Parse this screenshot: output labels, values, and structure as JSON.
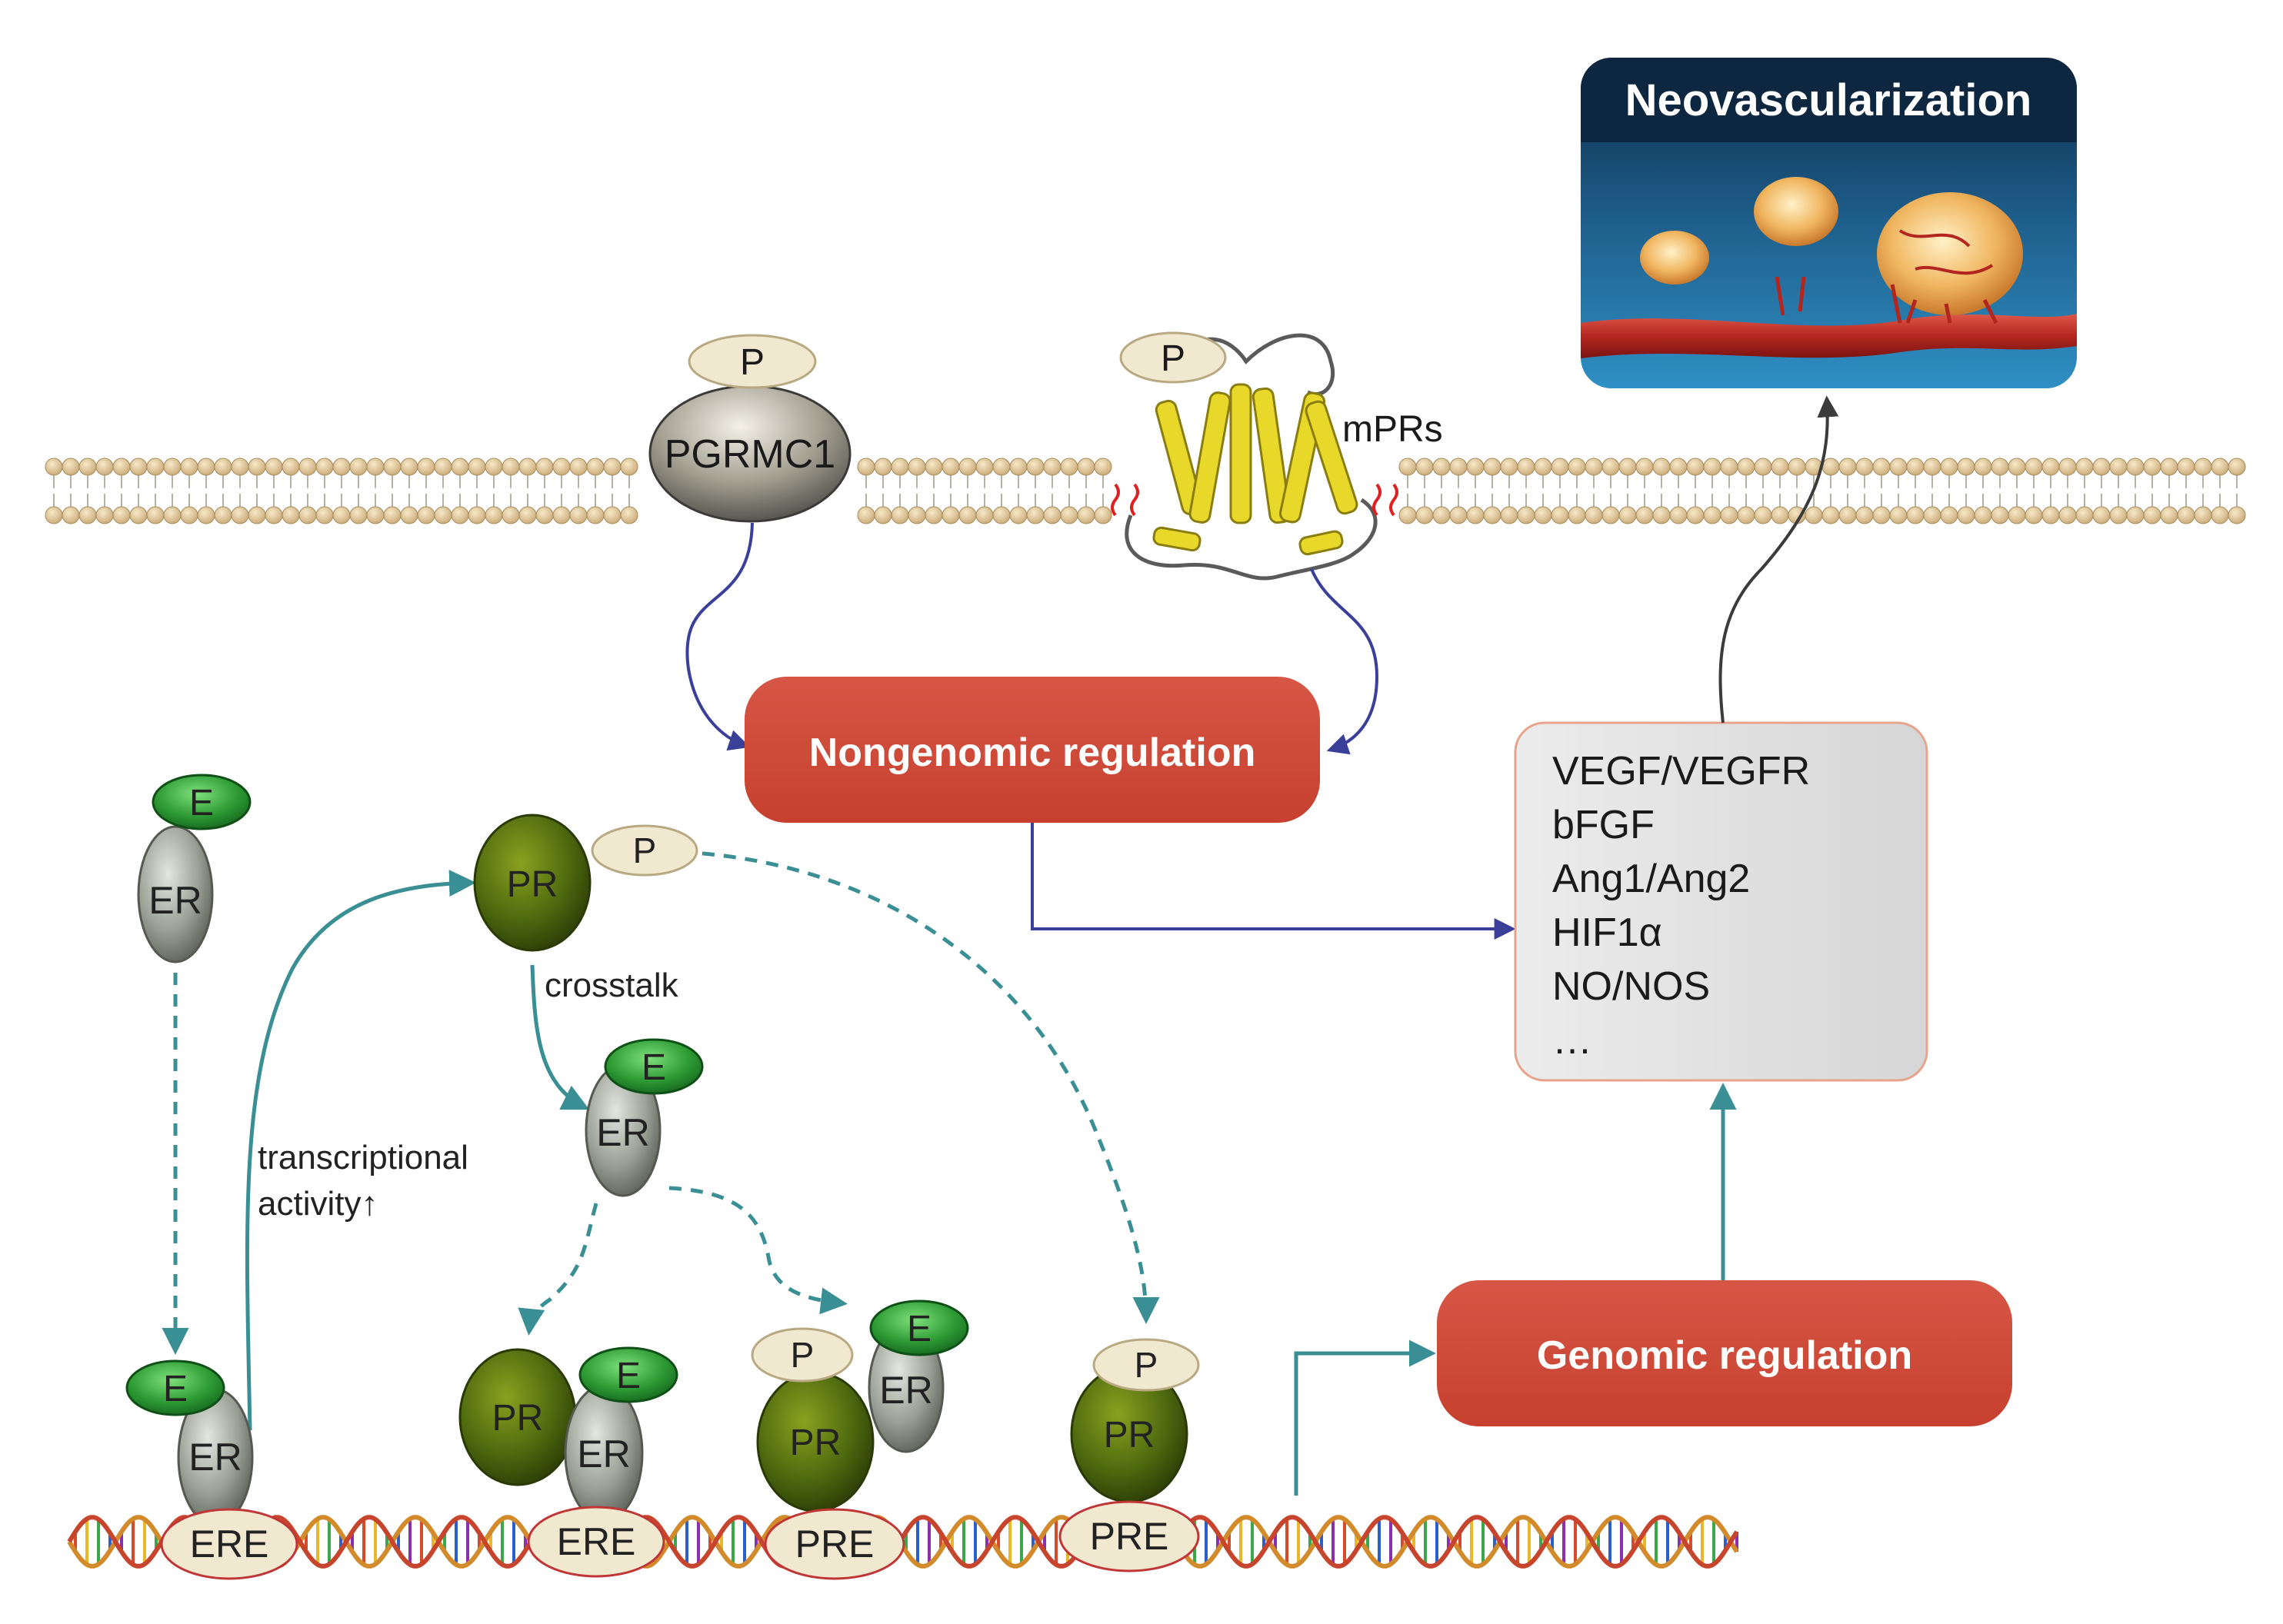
{
  "neovascularization": {
    "title": "Neovascularization"
  },
  "membrane": {
    "pgrmc1": {
      "label": "PGRMC1",
      "ligand": "P"
    },
    "mprs": {
      "label": "mPRs",
      "ligand": "P"
    }
  },
  "regulation": {
    "nongenomic": "Nongenomic regulation",
    "genomic": "Genomic regulation"
  },
  "factors": {
    "items": [
      "VEGF/VEGFR",
      "bFGF",
      "Ang1/Ang2",
      "HIF1α",
      "NO/NOS",
      "…"
    ]
  },
  "annotations": {
    "crosstalk": "crosstalk",
    "transcriptional_line1": "transcriptional",
    "transcriptional_line2": "activity↑"
  },
  "molecules": {
    "e": "E",
    "er": "ER",
    "pr": "PR",
    "p": "P",
    "ere": "ERE",
    "pre": "PRE"
  },
  "colors": {
    "accent_box": "#d04a3c",
    "teal_arrow": "#3a8f95",
    "navy_arrow": "#3a3f9a",
    "estrogen_green": "#2f9e3a",
    "pr_olive": "#4f6b10",
    "er_gray": "#8e9488",
    "ligand_beige": "#f1e8d0",
    "receptor_yellow": "#e8d82a"
  }
}
